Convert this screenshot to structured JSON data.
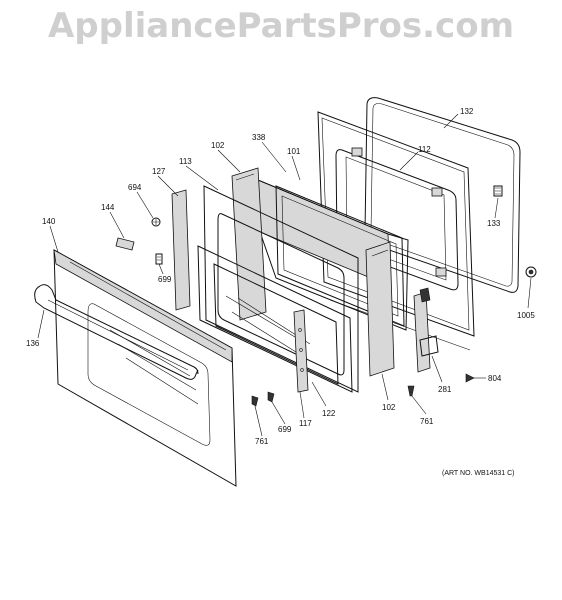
{
  "watermark": "AppliancePartsPros.com",
  "art_number": "(ART NO. WB14531 C)",
  "callouts": {
    "c132": "132",
    "c338": "338",
    "c101": "101",
    "c112": "112",
    "c102a": "102",
    "c113": "113",
    "c127": "127",
    "c694": "694",
    "c144": "144",
    "c140": "140",
    "c699a": "699",
    "c133": "133",
    "c1005": "1005",
    "c136": "136",
    "c281": "281",
    "c804": "804",
    "c102b": "102",
    "c122": "122",
    "c117": "117",
    "c699b": "699",
    "c761a": "761",
    "c761b": "761"
  }
}
